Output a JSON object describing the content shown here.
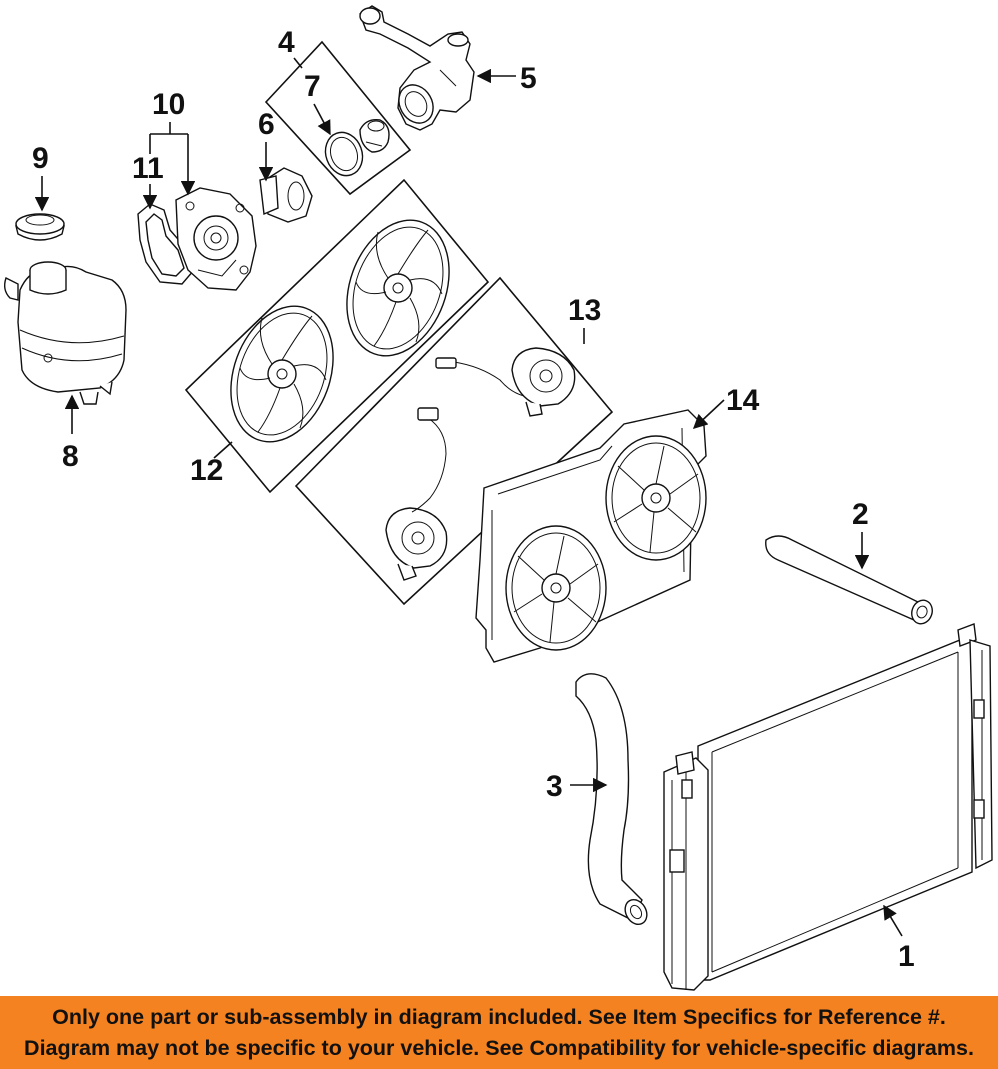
{
  "diagram": {
    "callouts": [
      "1",
      "2",
      "3",
      "4",
      "5",
      "6",
      "7",
      "8",
      "9",
      "10",
      "11",
      "12",
      "13",
      "14"
    ]
  },
  "disclaimer": {
    "line1": "Only one part or sub-assembly in diagram included. See Item Specifics for Reference #.",
    "line2": "Diagram may not be specific to your vehicle. See Compatibility for vehicle-specific diagrams."
  },
  "colors": {
    "banner": "#f58220",
    "ink": "#111111"
  }
}
